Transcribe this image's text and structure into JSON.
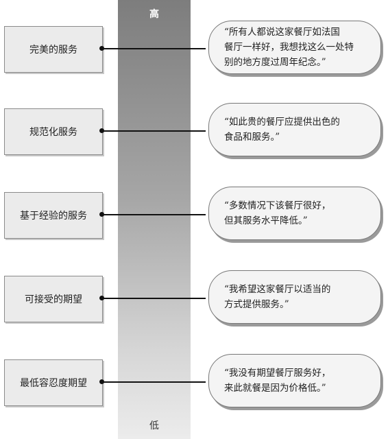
{
  "scale": {
    "high_label": "高",
    "low_label": "低"
  },
  "levels": [
    {
      "label": "完美的服务",
      "quote": "“所有人都说这家餐厅如法国\n餐厅一样好，我想找这么一处特\n别的地方度过周年纪念。”"
    },
    {
      "label": "规范化服务",
      "quote": "“如此贵的餐厅应提供出色的\n食品和服务。”"
    },
    {
      "label": "基于经验的服务",
      "quote": "“多数情况下该餐厅很好，\n但其服务水平降低。”"
    },
    {
      "label": "可接受的期望",
      "quote": "“我希望这家餐厅以适当的\n方式提供服务。”"
    },
    {
      "label": "最低容忍度期望",
      "quote": "“我没有期望餐厅服务好，\n来此就餐是因为价格低。”"
    }
  ]
}
